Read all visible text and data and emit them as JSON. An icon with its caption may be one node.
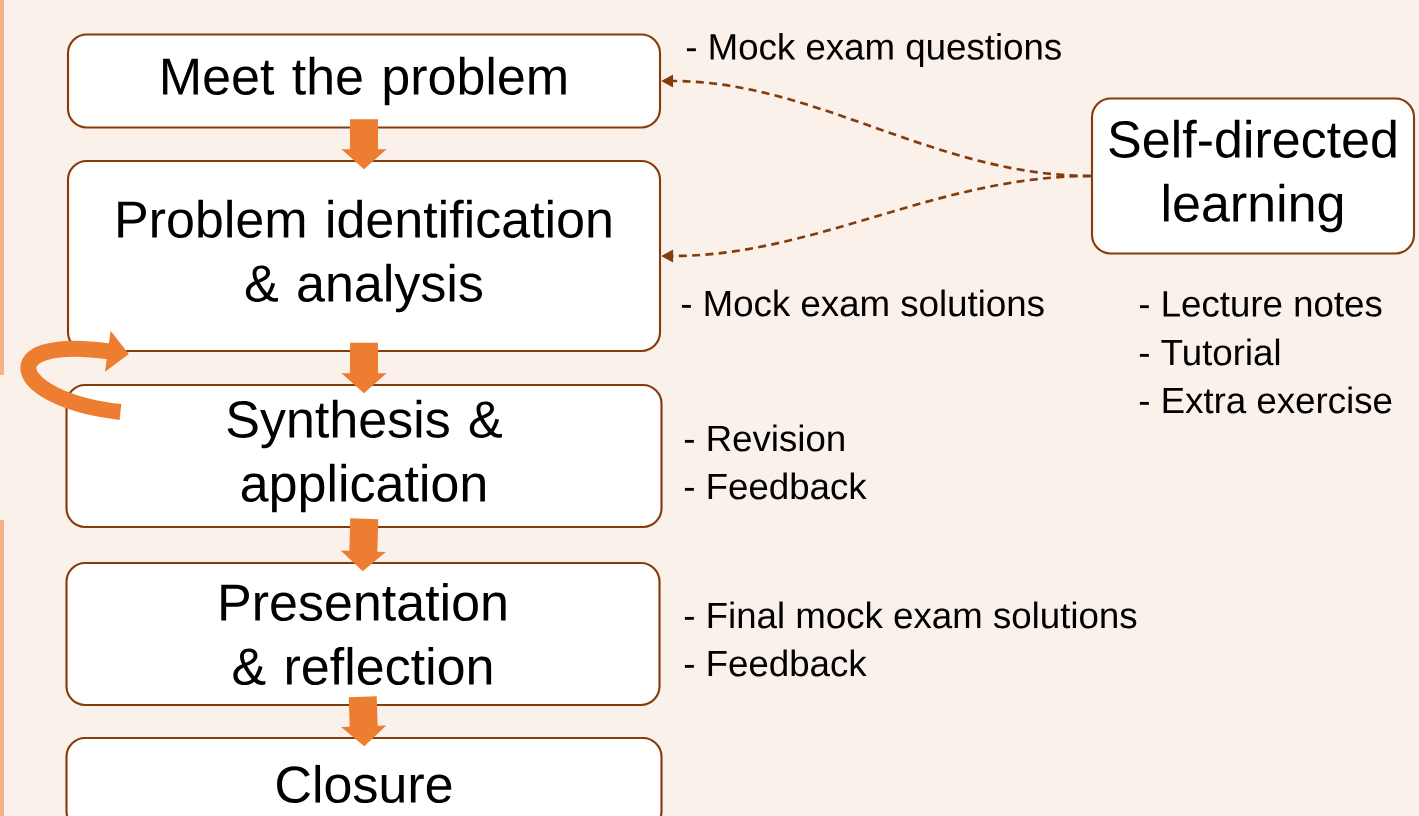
{
  "diagram": {
    "nodes": [
      {
        "text": [
          "Meet the problem"
        ],
        "beside": [
          "- Mock exam questions"
        ]
      },
      {
        "text": [
          "Problem identification & analysis"
        ],
        "beside": [
          "- Mock exam solutions"
        ]
      },
      {
        "text": [
          "Synthesis & application"
        ],
        "beside": [
          "- Revision",
          "- Feedback"
        ]
      },
      {
        "text": [
          "Presentation & reflection"
        ],
        "beside": [
          "- Final mock exam solutions",
          "- Feedback"
        ]
      },
      {
        "text": [
          "Closure"
        ]
      },
      {
        "text": [
          "Self-directed learning"
        ],
        "beside": [
          "- Lecture notes",
          "- Tutorial",
          "- Extra exercise"
        ]
      }
    ],
    "edges": [
      {
        "from": 0,
        "to": 1,
        "arrow": "to"
      },
      {
        "from": 1,
        "to": 2,
        "arrow": "to"
      },
      {
        "from": 2,
        "to": 3,
        "arrow": "to"
      },
      {
        "from": 3,
        "to": 4,
        "arrow": "to"
      },
      {
        "from": 5,
        "to": 0,
        "arrow": "to",
        "style": "dashed",
        "color": "#843c0c"
      },
      {
        "from": 5,
        "to": 1,
        "arrow": "to",
        "style": "dashed",
        "color": "#843c0c"
      },
      {
        "from": 2,
        "to": 1,
        "arrow": "to"
      }
    ]
  }
}
